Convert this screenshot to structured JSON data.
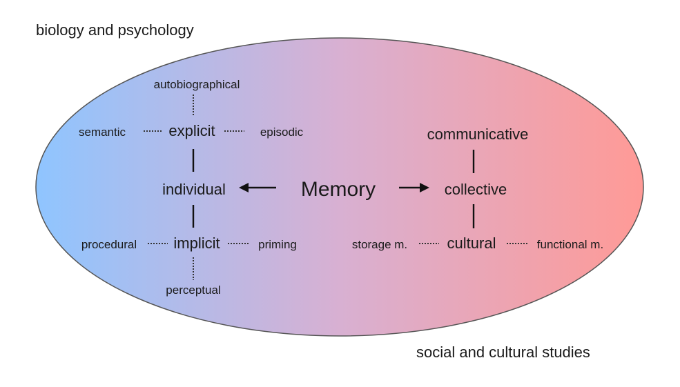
{
  "regions": {
    "left": "biology and psychology",
    "right": "social and cultural studies"
  },
  "colors": {
    "left_gradient": "#8fc5ff",
    "middle_gradient": "#d8b0d2",
    "right_gradient": "#ff9a96",
    "ellipse_border": "#555555"
  },
  "center": {
    "label": "Memory"
  },
  "individual": {
    "label": "individual",
    "explicit": {
      "label": "explicit",
      "top": "autobiographical",
      "left": "semantic",
      "right": "episodic"
    },
    "implicit": {
      "label": "implicit",
      "bottom": "perceptual",
      "left": "procedural",
      "right": "priming"
    }
  },
  "collective": {
    "label": "collective",
    "communicative": {
      "label": "communicative"
    },
    "cultural": {
      "label": "cultural",
      "left": "storage m.",
      "right": "functional m."
    }
  }
}
